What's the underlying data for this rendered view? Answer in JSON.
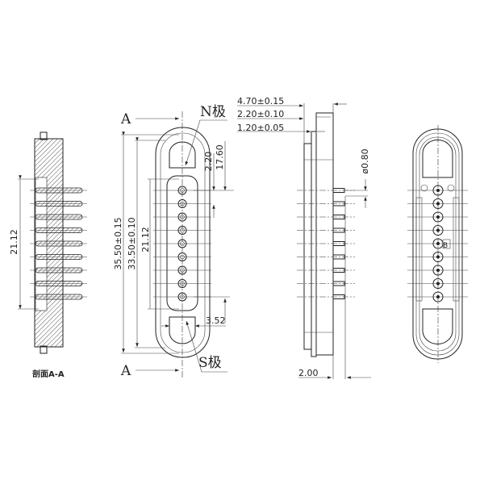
{
  "section_view": {
    "caption": "剖面A-A",
    "pitch_span": "21.12"
  },
  "front_view": {
    "section_mark_top": "A",
    "section_mark_bottom": "A",
    "n_pole_label": "N极",
    "s_pole_label": "S极",
    "dims": {
      "overall_length": "35.50±0.15",
      "inner_length": "33.50±0.10",
      "pitch_span": "21.12",
      "first_pin_offset": "2.20",
      "pin_from_top": "17.60",
      "window_width": "3.52"
    }
  },
  "side_view": {
    "dims": {
      "total_thickness": "4.70±0.15",
      "flange_thickness": "2.20±0.10",
      "plate_thickness": "1.20±0.05",
      "pin_diameter": "ø0.80",
      "pin_length": "2.00"
    }
  },
  "rear_view": {
    "marking": "B"
  },
  "pin_count": 9
}
